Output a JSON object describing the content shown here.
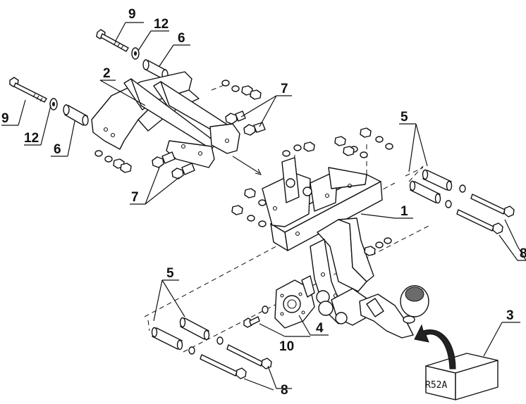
{
  "labels": {
    "tow_bar_body": "1",
    "mounting_bracket": "2",
    "electrical_kit_box": "3",
    "socket_plate": "4",
    "spacer_tubes_right": "5",
    "spacer_tubes_left": "5",
    "spacer_upper": "6",
    "spacer_lower": "6",
    "bolts_upper": "7",
    "bolts_lower": "7",
    "bolts_right": "8",
    "bolts_bottom": "8",
    "long_bolt_upper": "9",
    "long_bolt_lower": "9",
    "socket_bolt": "10",
    "washer_upper": "12",
    "washer_lower": "12"
  },
  "box_code": "R52A",
  "colors": {
    "line": "#111111",
    "shade": "#6b6b6b",
    "background": "#ffffff"
  }
}
